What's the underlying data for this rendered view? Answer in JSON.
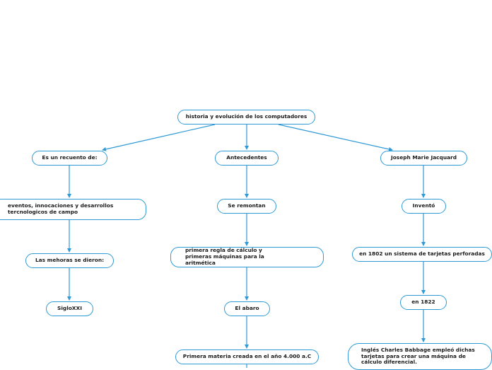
{
  "nodes": {
    "root": "historia y evolución de los computadores",
    "branch_1": "Es un recuento de:",
    "branch_1_a": "eventos, innocaciones y desarrollos tercnologicos de campo",
    "branch_1_b": "Las mehoras se dieron:",
    "branch_1_c": "SigloXXI",
    "branch_2": "Antecedentes",
    "branch_2_a": "Se remontan",
    "branch_2_b": "primera regla de cálculo y primeras máquinas para la aritmética",
    "branch_2_c": "El abaro",
    "branch_2_d": "Primera materia creada en el año 4.000 a.C",
    "branch_3": "Joseph Marie Jacquard",
    "branch_3_a": "Inventó",
    "branch_3_b": "en 1802 un sistema de tarjetas perforadas",
    "branch_3_c": "en 1822",
    "branch_3_d": "Inglés Charles Babbage empleó dichas tarjetas para crear una máquina de cálculo diferencial."
  },
  "colors": {
    "line": "#2f9ad6",
    "border": "#2f9ad6",
    "text": "#1a1a1a"
  }
}
